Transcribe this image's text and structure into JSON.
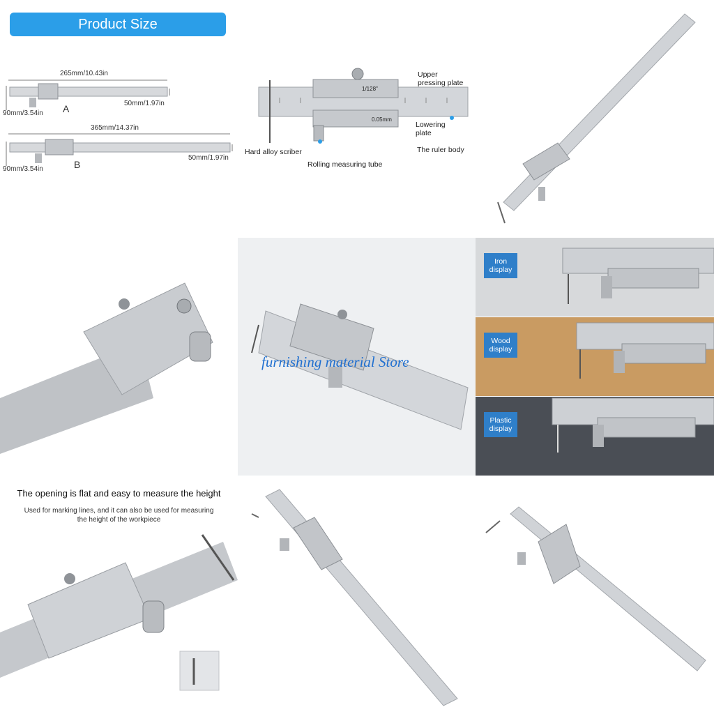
{
  "size_panel": {
    "badge": "Product Size",
    "model_a": {
      "letter": "A",
      "length": "265mm/10.43in",
      "height": "90mm/3.54in",
      "width": "50mm/1.97in"
    },
    "model_b": {
      "letter": "B",
      "length": "365mm/14.37in",
      "height": "90mm/3.54in",
      "width": "50mm/1.97in"
    }
  },
  "parts_panel": {
    "upper_plate": "Upper\npressing plate",
    "lower_plate": "Lowering\nplate",
    "scriber": "Hard alloy scriber",
    "ruler_body": "The ruler body",
    "tube": "Rolling measuring tube",
    "upper_scale_mark": "1/128\"",
    "lower_scale_mark": "0.05mm"
  },
  "watermark": "furnishing material Store",
  "display_panel": {
    "iron": "Iron\ndisplay",
    "wood": "Wood\ndisplay",
    "plastic": "Plastic\ndisplay"
  },
  "height_panel": {
    "title": "The opening is flat and easy to measure the height",
    "subtitle": "Used for marking lines, and it can also be used for measuring the height of the workpiece"
  },
  "colors": {
    "badge_blue": "#2b9ee8",
    "tag_blue": "#2f7fc9",
    "watermark_blue": "#1f6fd0",
    "steel": "#c9ccd0"
  }
}
